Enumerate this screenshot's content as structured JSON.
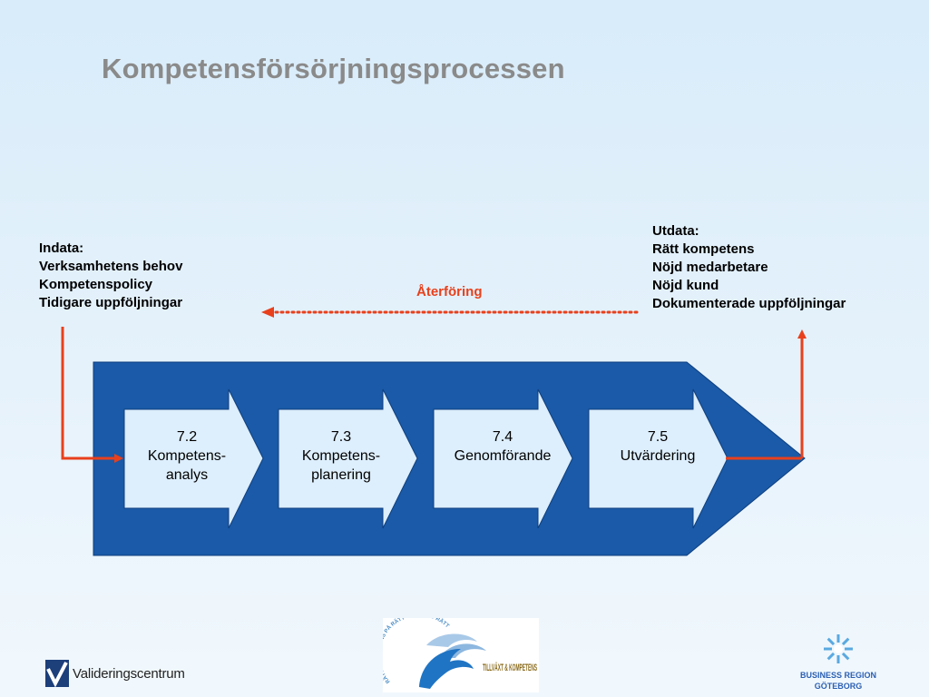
{
  "title": "Kompetensförsörjningsprocessen",
  "input": {
    "heading": "Indata:",
    "items": [
      "Verksamhetens behov",
      "Kompetenspolicy",
      "Tidigare uppföljningar"
    ]
  },
  "output": {
    "heading": "Utdata:",
    "items": [
      "Rätt kompetens",
      "Nöjd medarbetare",
      "Nöjd kund",
      "Dokumenterade uppföljningar"
    ]
  },
  "feedback_label": "Återföring",
  "steps": [
    {
      "number": "7.2",
      "line1": "Kompetens-",
      "line2": "analys"
    },
    {
      "number": "7.3",
      "line1": "Kompetens-",
      "line2": "planering"
    },
    {
      "number": "7.4",
      "line1": "Genomförande",
      "line2": ""
    },
    {
      "number": "7.5",
      "line1": "Utvärdering",
      "line2": ""
    }
  ],
  "logos": {
    "left": "Valideringscentrum",
    "center_main": "TILLVÄXT & KOMPETENS",
    "center_arc": "RÄTT KOMPETENS PÅ RÄTT PLATS VID RÄTT TID",
    "right_line1": "BUSINESS REGION",
    "right_line2": "GÖTEBORG"
  },
  "colors": {
    "title": "#8a8a8a",
    "process_band": "#1a5aa8",
    "step_fill": "#ddeefc",
    "arrow": "#e8401c"
  }
}
